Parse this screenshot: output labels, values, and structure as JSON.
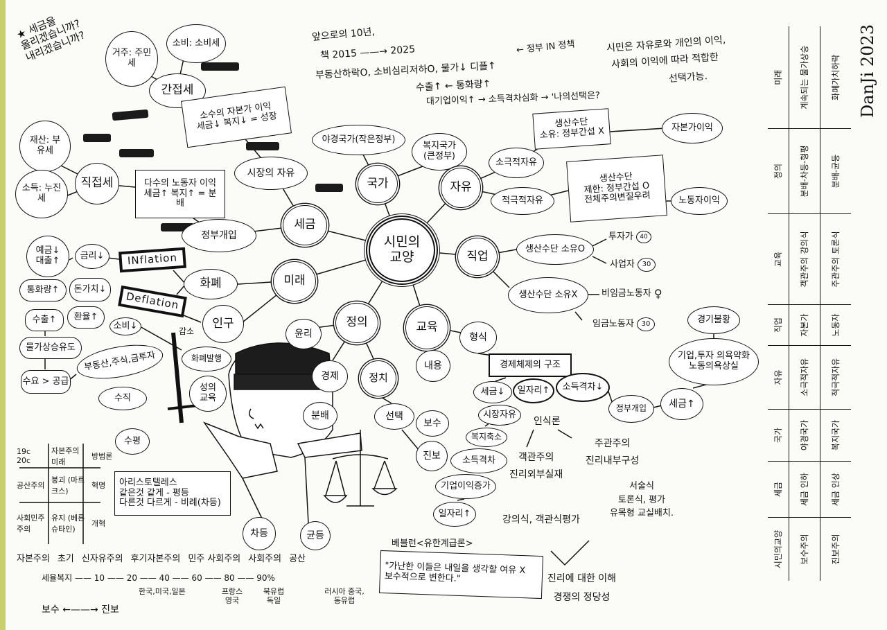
{
  "note": {
    "star": "★",
    "line1": "세금을",
    "line2": "올리겠습니까?",
    "line3": "내리겠습니까?"
  },
  "top_notes": {
    "l1": "앞으로의 10년,",
    "l2": "책 2015 ——→ 2025",
    "l3": "부동산하락O, 소비심리저하O, 물가↓ 디플↑",
    "l4": "← 정부 IN 정책",
    "l5": "수출↑ ← 통화량↑",
    "l6": "대기업이익↑ → 소득격차심화 → '나의선택은?",
    "l7": "시민은 자유로와 개인의 이익,",
    "l8": "사회의 이익에 따라 적합한",
    "l9": "선택가능."
  },
  "center": {
    "label1": "시민의",
    "label2": "교양"
  },
  "tax": {
    "label": "세금",
    "indirect": "간접세",
    "resident": "거주: 주민세",
    "consumption": "소비: 소비세",
    "box_minority": [
      "소수의 자본가 이익",
      "세금↓ 복지↓ = 성장"
    ],
    "market_freedom": "시장의 자유",
    "direct": "직접세",
    "property": "재산: 부유세",
    "income": "소득: 누진세",
    "box_majority": [
      "다수의 노동자 이익",
      "세금↑ 복지↑ = 분배"
    ],
    "gov_intervention": "정부개입"
  },
  "state": {
    "label": "국가",
    "night_watch": "야경국가(작은정부)",
    "welfare": "복지국가(큰정부)"
  },
  "freedom": {
    "label": "자유",
    "negative": "소극적자유",
    "positive": "적극적자유",
    "box_neg": [
      "생산수단",
      "소유: 정부간섭 X"
    ],
    "capitalist": "자본가이익",
    "box_pos": [
      "생산수단",
      "제한: 정부간섭 O",
      "전체주의변질우려"
    ],
    "worker": "노동자이익"
  },
  "job": {
    "label": "직업",
    "own_yes": "생산수단 소유O",
    "investor": "투자가",
    "investor_badge": "40",
    "business": "사업자",
    "business_badge": "30",
    "own_no": "생산수단 소유X",
    "non_wage": "비임금노동자",
    "wage": "임금노동자",
    "wage_badge": "30"
  },
  "economy_chain": {
    "recession": "경기불황",
    "weak": [
      "기업,투자 의욕약화",
      "노동의욕상실"
    ],
    "tax_up": "세금↑",
    "gov": "정부개입",
    "structure": "경제체제의 구조",
    "tax_down": "세금↓",
    "jobs_up": "일자리↑",
    "gap_down": "소득격차↓",
    "market": "시장자유",
    "welfare_cut": "복지축소",
    "gap": "소득격차",
    "profit": "기업이익증가",
    "jobs_up2": "일자리↑"
  },
  "education": {
    "label": "교육",
    "form": "형식",
    "content": "내용",
    "epistemology": "인식론",
    "objective": [
      "객관주의",
      "진리외부실재"
    ],
    "objective_method": "강의식, 객관식평가",
    "subjective": [
      "주관주의",
      "진리내부구성"
    ],
    "subjective_method": [
      "서술식",
      "토론식, 평가",
      "유목형 교실배치."
    ],
    "conclusion": [
      "진리에 대한 이해",
      "경쟁의 정당성"
    ]
  },
  "future": {
    "label": "미래",
    "money": "화폐",
    "population": "인구",
    "inflation": "INflation",
    "deflation": "Deflation",
    "rate": "금리↓",
    "deposit": "예금↓ 대출↑",
    "money_supply": "통화량↑",
    "value": "돈가치↓",
    "exchange": "환율↑",
    "export": "수출↑",
    "price": "물가상승유도",
    "demand": "수요 > 공급",
    "assets": "부동산,주식,금투자",
    "consume": "소비↓",
    "decrease": "감소",
    "issue": "화폐발행"
  },
  "justice": {
    "label": "정의",
    "ethics": "윤리",
    "economy": "경제",
    "politics": "정치",
    "distribution": "분배",
    "choice": "선택",
    "conservative": "보수",
    "progressive": "진보",
    "sex_ed": "성의 교육",
    "vertical": "수직",
    "horizontal": "수평",
    "differential": "차등",
    "equal": "균등",
    "aristotle": [
      "아리스토텔레스",
      "같은것 같게 - 평등",
      "다른것 다르게 - 비례(차등)"
    ]
  },
  "left_table": {
    "rows": [
      [
        "19c 20c",
        "자본주의 미래",
        "방법론"
      ],
      [
        "공산주의",
        "붕괴 (마르크스)",
        "혁명"
      ],
      [
        "사회민주주의",
        "유지 (베른슈타인)",
        "개혁"
      ]
    ]
  },
  "spectrum": {
    "systems": [
      "자본주의",
      "초기",
      "신자유주의",
      "후기자본주의",
      "민주 사회주의",
      "사회주의",
      "공산"
    ],
    "scale": "세율복지 —— 10 —— 20 —— 40 —— 60 —— 80 —— 90%",
    "countries": [
      "한국,미국,일본",
      "프랑스 영국",
      "북유럽 독일",
      "러시아 중국,동유럽"
    ],
    "axis": "보수 ←——→ 진보"
  },
  "veblen": {
    "title": "베블런<유한계급론>",
    "quote": "\"가난한 이들은 내일을 생각할 여유 X",
    "quote2": "보수적으로 변한다.\""
  },
  "right_table": {
    "headers": [
      "시민의교양",
      "세금",
      "국가",
      "자유",
      "직업",
      "교육",
      "정의",
      "미래"
    ],
    "col_conservative": [
      "보수주의",
      "세금 인하",
      "야경국가",
      "소극적자유",
      "자본가",
      "객관주의 강의식",
      "분배-차등-형평",
      "계속되는 물가상승"
    ],
    "col_progressive": [
      "진보주의",
      "세금 인상",
      "복지국가",
      "적극적자유",
      "노동자",
      "주관주의 토론식",
      "분배-균등",
      "화폐가치하락"
    ]
  },
  "signature": "DanJi 2023"
}
